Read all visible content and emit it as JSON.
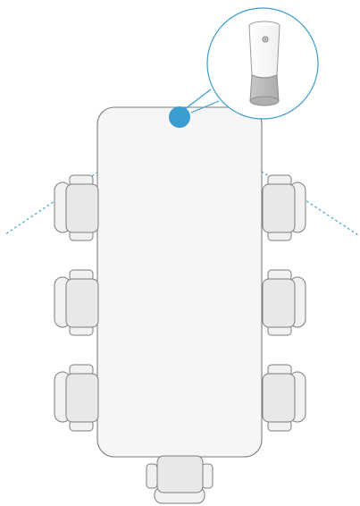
{
  "colors": {
    "background": "#ffffff",
    "outline": "#7d7d7d",
    "table_fill": "#f6f6f6",
    "chair_fill": "#f1f1f1",
    "chair_seat_fill": "#e8e8e8",
    "accent": "#3a9ccf",
    "device_light": "#f7f7f7",
    "device_dark": "#bdbdbd"
  },
  "room": {
    "table": {
      "shape": "rounded-rectangle"
    },
    "chairs": {
      "left_side": 3,
      "right_side": 3,
      "bottom_end": 1
    },
    "device": {
      "marker": "circle",
      "callout": "zoom-in",
      "coverage_lines": "dotted"
    }
  }
}
